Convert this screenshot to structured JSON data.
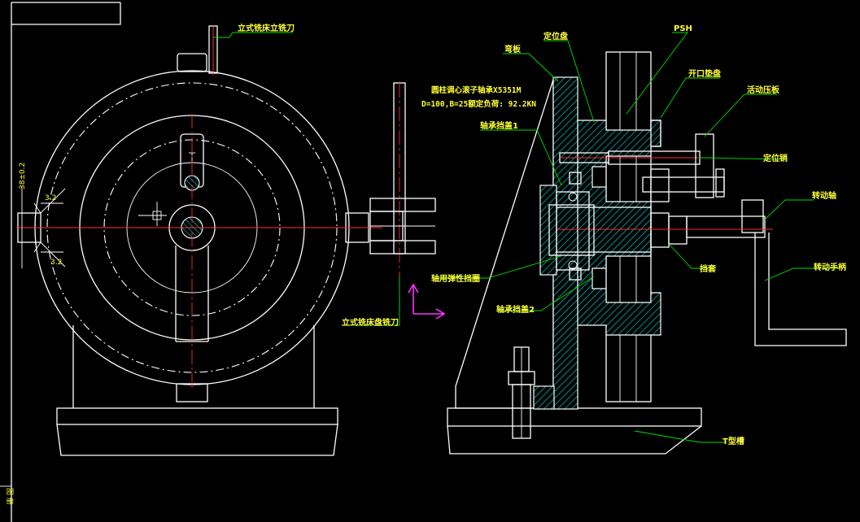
{
  "labels": {
    "vertical_mill_tool": "立式铣床立铣刀",
    "vertical_mill_disc_tool": "立式铣床盘铣刀",
    "locating_disc": "定位盘",
    "psh": "PSH",
    "bend_plate": "弯板",
    "slotted_washer": "开口垫盘",
    "movable_clamp": "活动压板",
    "bearing_spec": "圆柱调心滚子轴承X5351M",
    "bearing_load": "D=100,B=25额定负荷: 92.2KN",
    "bearing_retainer_1": "轴承挡盖1",
    "locating_pin": "定位销",
    "rotating_shaft": "转动轴",
    "shaft_elastic_ring": "轴用弹性挡圈",
    "gland": "挡套",
    "rotating_handle": "转动手柄",
    "bearing_retainer_2": "轴承挡盖2",
    "t_slot": "T型槽"
  },
  "dimensions": {
    "height_tol": "38±0.2",
    "roughness_top": "3.2",
    "roughness_bottom": "3.2"
  },
  "title_block": {
    "left_edge_text": "图 册"
  }
}
